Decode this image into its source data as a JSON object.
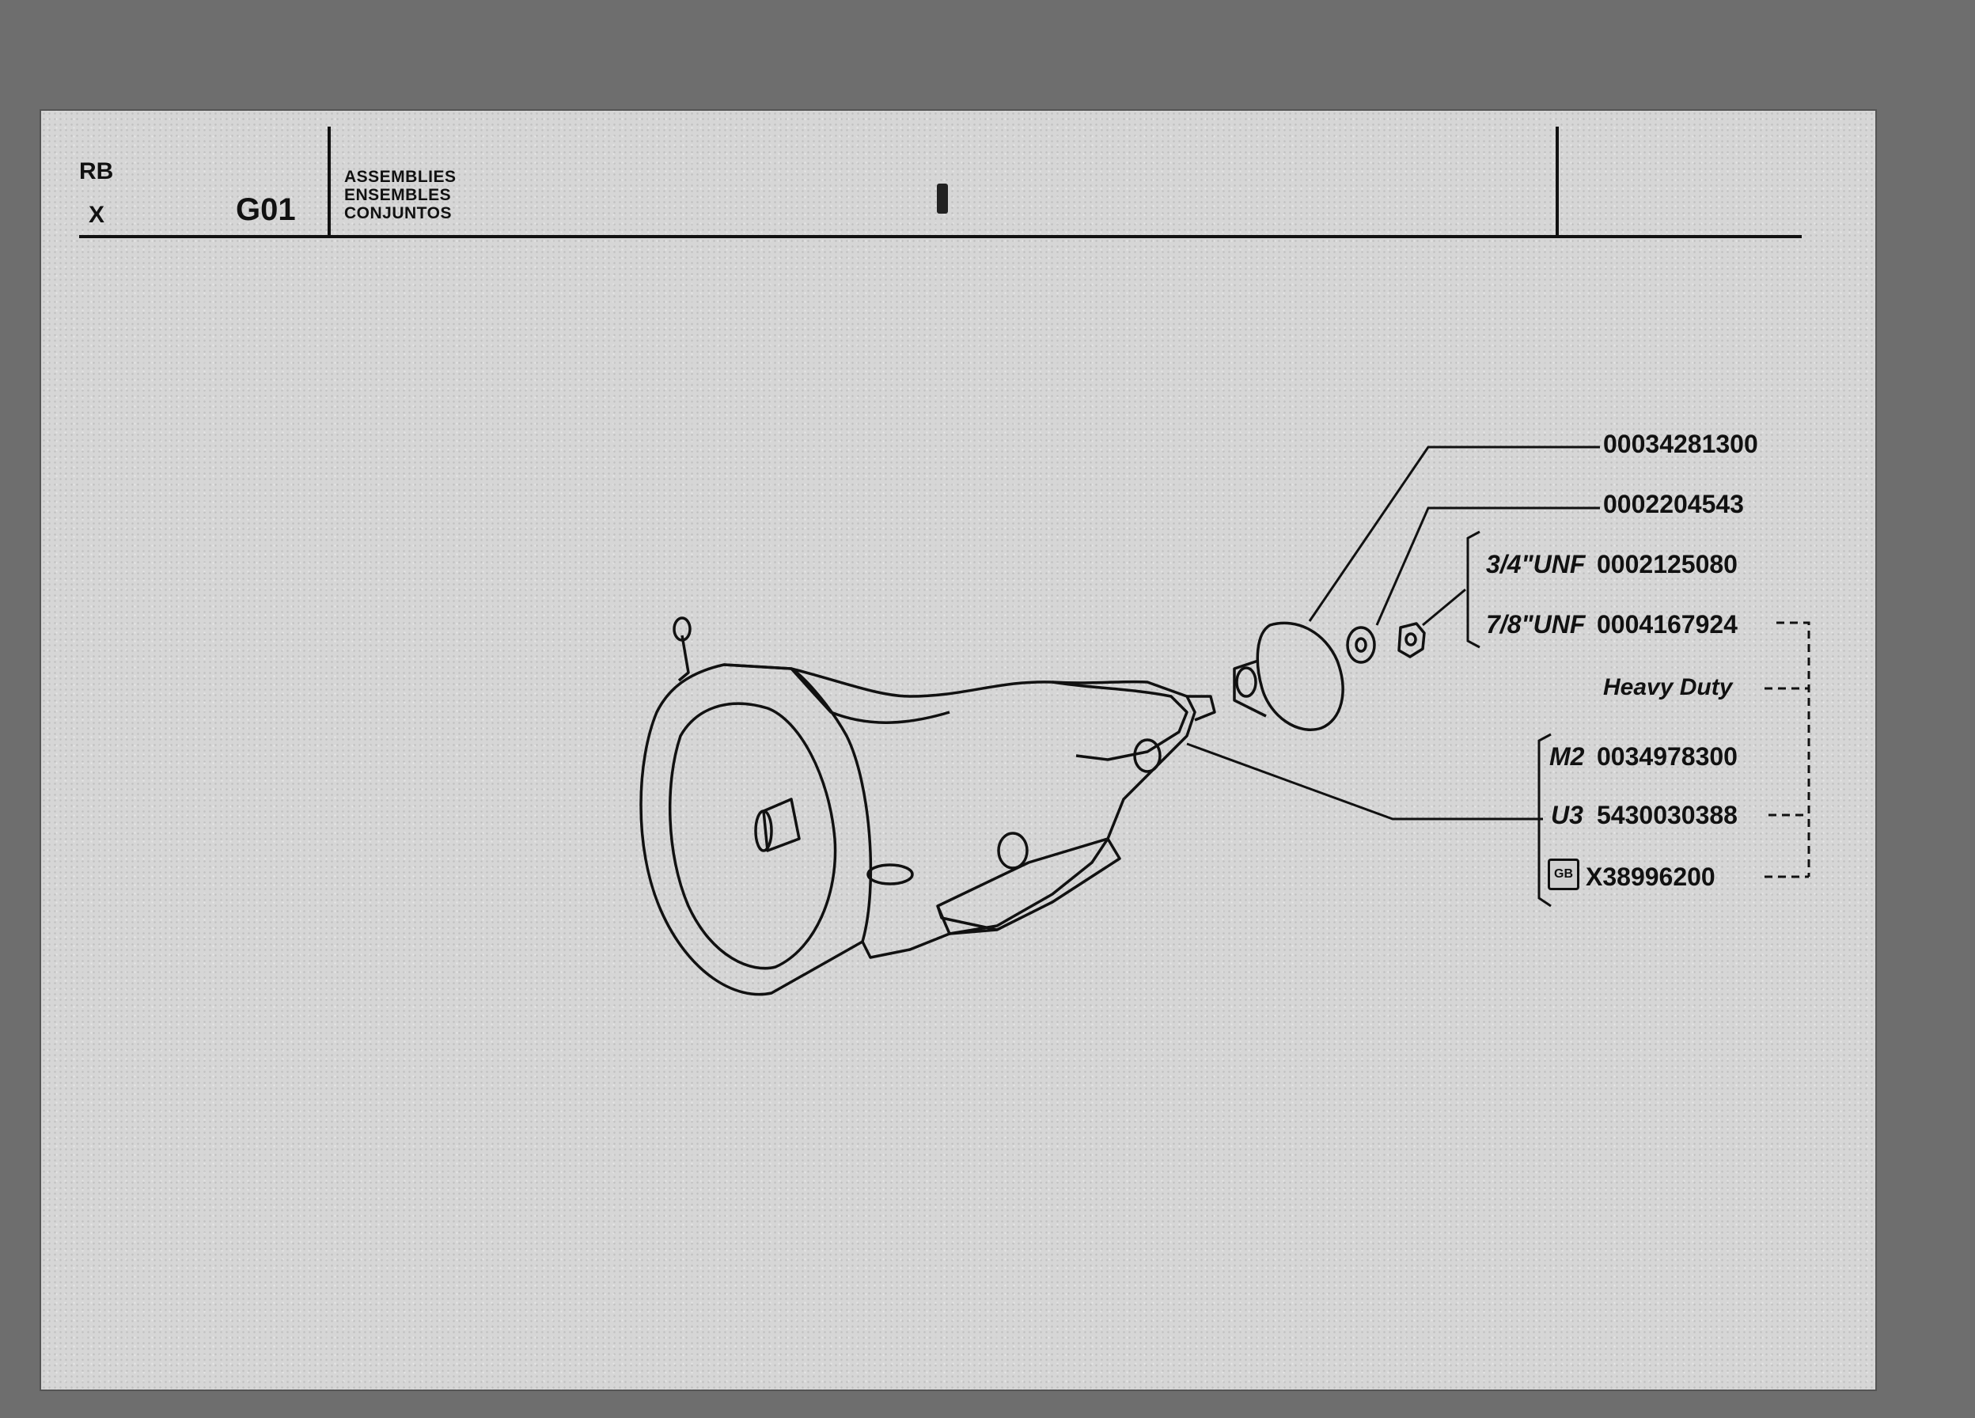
{
  "header": {
    "code_rb": "RB",
    "code_x": "X",
    "section": "G01",
    "titles": [
      "ASSEMBLIES",
      "ENSEMBLES",
      "CONJUNTOS"
    ]
  },
  "callouts": {
    "part1": "00034281300",
    "part2": "0002204543",
    "thread_34": "3/4\"UNF",
    "part3": "0002125080",
    "thread_78": "7/8\"UNF",
    "part4": "0004167924",
    "heavy_duty": "Heavy Duty",
    "m2_code": "M2",
    "m2_part": "0034978300",
    "u3_code": "U3",
    "u3_part": "5430030388",
    "gb_badge": "GB",
    "gb_part": "X38996200"
  }
}
